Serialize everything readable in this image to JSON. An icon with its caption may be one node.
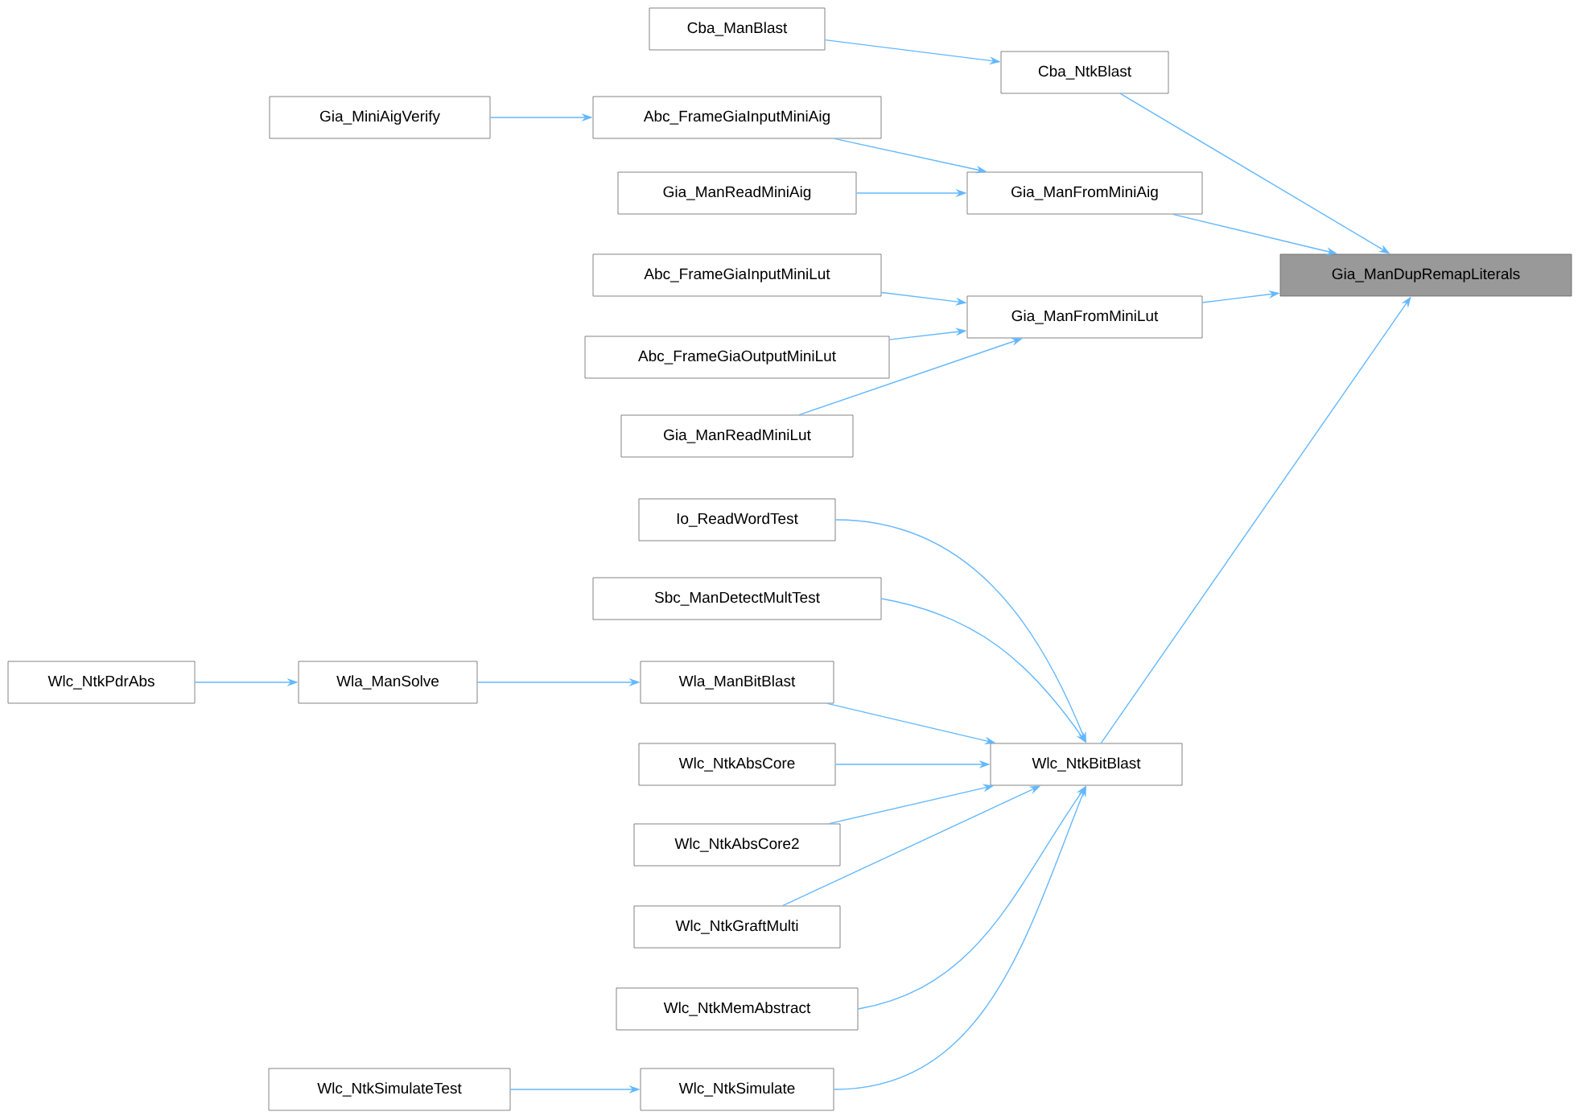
{
  "diagram": {
    "nodes": [
      {
        "text": [
          "Gia_ManDupRemapLiterals"
        ]
      },
      {
        "text": [
          "Cba_NtkBlast"
        ]
      },
      {
        "text": [
          "Cba_ManBlast"
        ]
      },
      {
        "text": [
          "Gia_ManFromMiniAig"
        ]
      },
      {
        "text": [
          "Abc_FrameGiaInputMiniAig"
        ]
      },
      {
        "text": [
          "Gia_MiniAigVerify"
        ]
      },
      {
        "text": [
          "Gia_ManReadMiniAig"
        ]
      },
      {
        "text": [
          "Gia_ManFromMiniLut"
        ]
      },
      {
        "text": [
          "Abc_FrameGiaInputMiniLut"
        ]
      },
      {
        "text": [
          "Abc_FrameGiaOutputMiniLut"
        ]
      },
      {
        "text": [
          "Gia_ManReadMiniLut"
        ]
      },
      {
        "text": [
          "Wlc_NtkBitBlast"
        ]
      },
      {
        "text": [
          "Io_ReadWordTest"
        ]
      },
      {
        "text": [
          "Sbc_ManDetectMultTest"
        ]
      },
      {
        "text": [
          "Wla_ManBitBlast"
        ]
      },
      {
        "text": [
          "Wla_ManSolve"
        ]
      },
      {
        "text": [
          "Wlc_NtkPdrAbs"
        ]
      },
      {
        "text": [
          "Wlc_NtkAbsCore"
        ]
      },
      {
        "text": [
          "Wlc_NtkAbsCore2"
        ]
      },
      {
        "text": [
          "Wlc_NtkGraftMulti"
        ]
      },
      {
        "text": [
          "Wlc_NtkMemAbstract"
        ]
      },
      {
        "text": [
          "Wlc_NtkSimulate"
        ]
      },
      {
        "text": [
          "Wlc_NtkSimulateTest"
        ]
      }
    ],
    "edges": [
      {
        "from": 1,
        "to": 0,
        "arrow": "to"
      },
      {
        "from": 2,
        "to": 1,
        "arrow": "to"
      },
      {
        "from": 3,
        "to": 0,
        "arrow": "to"
      },
      {
        "from": 4,
        "to": 3,
        "arrow": "to"
      },
      {
        "from": 5,
        "to": 4,
        "arrow": "to"
      },
      {
        "from": 6,
        "to": 3,
        "arrow": "to"
      },
      {
        "from": 7,
        "to": 0,
        "arrow": "to"
      },
      {
        "from": 8,
        "to": 7,
        "arrow": "to"
      },
      {
        "from": 9,
        "to": 7,
        "arrow": "to"
      },
      {
        "from": 10,
        "to": 7,
        "arrow": "to"
      },
      {
        "from": 11,
        "to": 0,
        "arrow": "to"
      },
      {
        "from": 12,
        "to": 11,
        "arrow": "to"
      },
      {
        "from": 13,
        "to": 11,
        "arrow": "to"
      },
      {
        "from": 14,
        "to": 11,
        "arrow": "to"
      },
      {
        "from": 15,
        "to": 14,
        "arrow": "to"
      },
      {
        "from": 16,
        "to": 15,
        "arrow": "to"
      },
      {
        "from": 17,
        "to": 11,
        "arrow": "to"
      },
      {
        "from": 18,
        "to": 11,
        "arrow": "to"
      },
      {
        "from": 19,
        "to": 11,
        "arrow": "to"
      },
      {
        "from": 20,
        "to": 11,
        "arrow": "to"
      },
      {
        "from": 21,
        "to": 11,
        "arrow": "to"
      },
      {
        "from": 22,
        "to": 21,
        "arrow": "to"
      }
    ]
  }
}
